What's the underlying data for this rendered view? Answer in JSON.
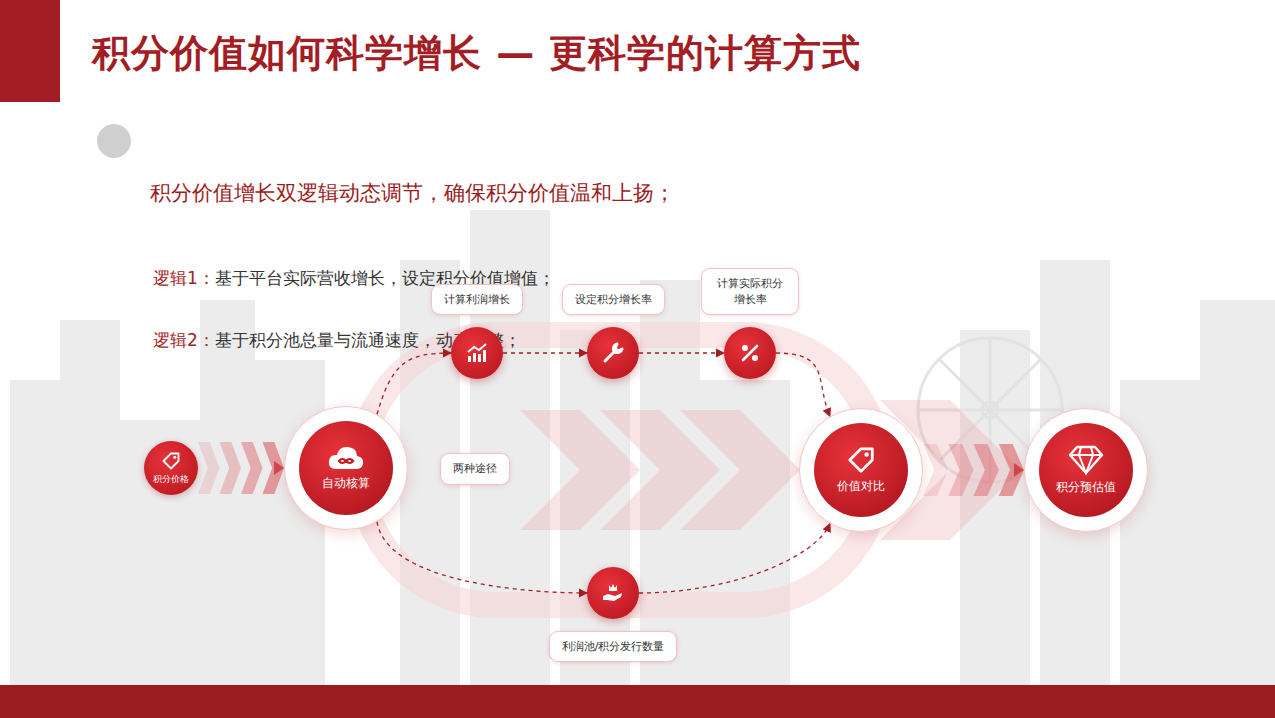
{
  "diagram": {
    "title": "积分价值如何科学增长 — 更科学的计算方式",
    "nodes": [
      {
        "text": [
          "积分价格"
        ]
      },
      {
        "text": [
          "自动核算"
        ]
      },
      {
        "text": [
          "计算利润增长"
        ]
      },
      {
        "text": [
          "设定积分增长率"
        ]
      },
      {
        "text": [
          "计算实际积分 增长率"
        ]
      },
      {
        "text": [
          "两种途径"
        ]
      },
      {
        "text": [
          "利润池/积分发行数量"
        ]
      },
      {
        "text": [
          "价值对比"
        ]
      },
      {
        "text": [
          "积分预估值"
        ]
      }
    ],
    "edges": [
      {
        "from": 0,
        "to": 1,
        "arrow": "to"
      },
      {
        "from": 1,
        "to": 2,
        "arrow": "to"
      },
      {
        "from": 2,
        "to": 3,
        "arrow": "to"
      },
      {
        "from": 3,
        "to": 4,
        "arrow": "to"
      },
      {
        "from": 4,
        "to": 7,
        "arrow": "to"
      },
      {
        "from": 1,
        "to": 6,
        "arrow": "to"
      },
      {
        "from": 6,
        "to": 7,
        "arrow": "to"
      },
      {
        "from": 7,
        "to": 8,
        "arrow": "to"
      }
    ],
    "labels": [
      "积分价值增长双逻辑动态调节，确保积分价值温和上扬；",
      "逻辑1：",
      "基于平台实际营收增长，设定积分价值增值；",
      "逻辑2：",
      "基于积分池总量与流通速度，动态调整；"
    ]
  }
}
